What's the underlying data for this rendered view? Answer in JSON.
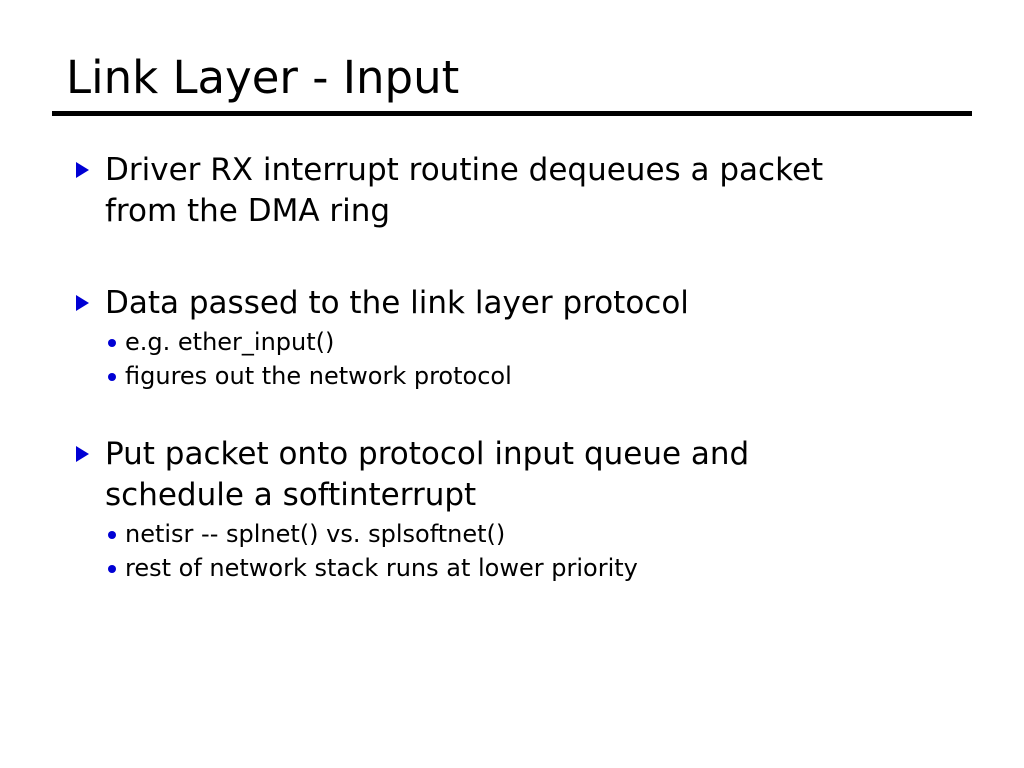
{
  "slide": {
    "title": "Link Layer - Input",
    "background_color": "#ffffff",
    "text_color": "#000000",
    "accent_color": "#0000d4",
    "rule_color": "#000000",
    "bullet_markers": {
      "level1": "triangle-right-icon",
      "level2": "dot-icon"
    },
    "bullets": [
      {
        "text": "Driver RX interrupt routine dequeues a packet from the DMA ring",
        "children": []
      },
      {
        "text": "Data passed to the link layer protocol",
        "children": [
          "e.g. ether_input()",
          "figures out the network protocol"
        ]
      },
      {
        "text": "Put packet onto protocol input queue and schedule a softinterrupt",
        "children": [
          "netisr -- splnet() vs. splsoftnet()",
          "rest of network stack runs at lower priority"
        ]
      }
    ]
  }
}
